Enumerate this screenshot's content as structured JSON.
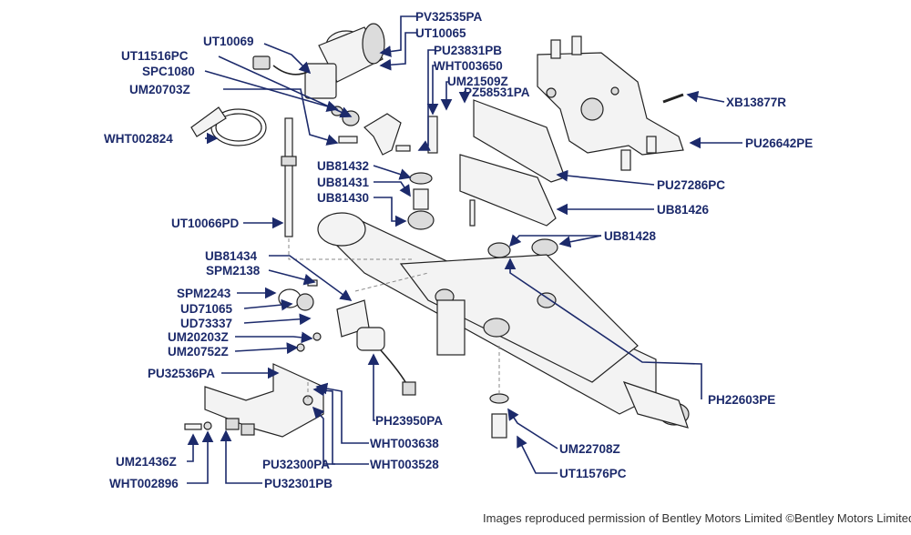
{
  "diagram": {
    "copyright": "Images reproduced permission of Bentley Motors Limited ©Bentley Motors Limited",
    "callouts": [
      {
        "id": "PV32535PA",
        "text": "PV32535PA"
      },
      {
        "id": "UT10065",
        "text": "UT10065"
      },
      {
        "id": "PU23831PB",
        "text": "PU23831PB"
      },
      {
        "id": "WHT003650",
        "text": "WHT003650"
      },
      {
        "id": "UM21509Z",
        "text": "UM21509Z"
      },
      {
        "id": "PZ58531PA",
        "text": "PZ58531PA"
      },
      {
        "id": "UT10069",
        "text": "UT10069"
      },
      {
        "id": "UT11516PC",
        "text": "UT11516PC"
      },
      {
        "id": "SPC1080",
        "text": "SPC1080"
      },
      {
        "id": "UM20703Z",
        "text": "UM20703Z"
      },
      {
        "id": "WHT002824",
        "text": "WHT002824"
      },
      {
        "id": "XB13877R",
        "text": "XB13877R"
      },
      {
        "id": "PU26642PE",
        "text": "PU26642PE"
      },
      {
        "id": "UB81432",
        "text": "UB81432"
      },
      {
        "id": "UB81431",
        "text": "UB81431"
      },
      {
        "id": "UB81430",
        "text": "UB81430"
      },
      {
        "id": "PU27286PC",
        "text": "PU27286PC"
      },
      {
        "id": "UB81426",
        "text": "UB81426"
      },
      {
        "id": "UT10066PD",
        "text": "UT10066PD"
      },
      {
        "id": "UB81428",
        "text": "UB81428"
      },
      {
        "id": "UB81434",
        "text": "UB81434"
      },
      {
        "id": "SPM2138",
        "text": "SPM2138"
      },
      {
        "id": "SPM2243",
        "text": "SPM2243"
      },
      {
        "id": "UD71065",
        "text": "UD71065"
      },
      {
        "id": "UD73337",
        "text": "UD73337"
      },
      {
        "id": "UM20203Z",
        "text": "UM20203Z"
      },
      {
        "id": "UM20752Z",
        "text": "UM20752Z"
      },
      {
        "id": "PU32536PA",
        "text": "PU32536PA"
      },
      {
        "id": "PH22603PE",
        "text": "PH22603PE"
      },
      {
        "id": "PH23950PA",
        "text": "PH23950PA"
      },
      {
        "id": "WHT003638",
        "text": "WHT003638"
      },
      {
        "id": "UM22708Z",
        "text": "UM22708Z"
      },
      {
        "id": "UM21436Z",
        "text": "UM21436Z"
      },
      {
        "id": "PU32300PA",
        "text": "PU32300PA"
      },
      {
        "id": "WHT003528",
        "text": "WHT003528"
      },
      {
        "id": "UT11576PC",
        "text": "UT11576PC"
      },
      {
        "id": "WHT002896",
        "text": "WHT002896"
      },
      {
        "id": "PU32301PB",
        "text": "PU32301PB"
      }
    ]
  }
}
